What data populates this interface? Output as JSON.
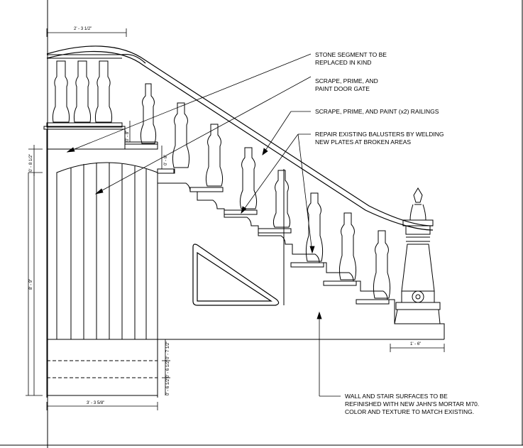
{
  "notes": {
    "stone_segment": [
      "STONE SEGMENT TO BE",
      "REPLACED IN KIND"
    ],
    "door_gate": [
      "SCRAPE, PRIME, AND",
      "PAINT DOOR GATE"
    ],
    "railings": [
      "SCRAPE, PRIME, AND PAINT (x2) RAILINGS"
    ],
    "balusters": [
      "REPAIR EXISTING BALUSTERS BY WELDING",
      "NEW PLATES AT BROKEN AREAS"
    ],
    "wall_surfaces": [
      "WALL AND STAIR SURFACES TO BE",
      "REFINISHED WITH NEW JAHN'S MORTAR M70.",
      "COLOR AND TEXTURE TO MATCH EXISTING."
    ]
  },
  "dimensions": {
    "top_width": "2' - 3 1/2\"",
    "post_cap_height": "0' - 8 1/2\"",
    "step_rise_a": "0' - 8\"",
    "step_rise_b": "0' - 8\"",
    "gate_height": "8' - 9\"",
    "base_width": "3' - 3 5/8\"",
    "newel_width": "1' - 6\"",
    "base_course_1": "0' - 7 1/2\"",
    "base_course_2": "0' - 6 1/2\"",
    "base_course_3": "0' - 6 1/2\""
  }
}
